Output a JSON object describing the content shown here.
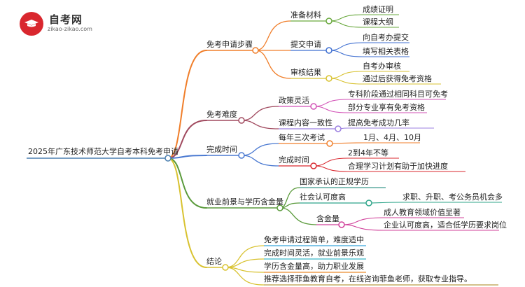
{
  "logo": {
    "title": "自考网",
    "subtitle": "zikao-zikao.com"
  },
  "root": "2025年广东技术师范大学自考本科免考申请",
  "branches": [
    {
      "label": "免考申请步骤",
      "color": "#f07e2a",
      "children": [
        {
          "label": "准备材料",
          "color": "#6aa93f",
          "children": [
            "成绩证明",
            "课程大纲"
          ]
        },
        {
          "label": "提交申请",
          "color": "#3f6fd1",
          "children": [
            "向自考办提交",
            "填写相关表格"
          ]
        },
        {
          "label": "审核结果",
          "color": "#d8c230",
          "children": [
            "自考办审核",
            "通过后获得免考资格"
          ]
        }
      ]
    },
    {
      "label": "免考难度",
      "color": "#a0495e",
      "children": [
        {
          "label": "政策灵活",
          "color": "#d252b6",
          "children": [
            "专科阶段通过相同科目可免考",
            "部分专业享有免考资格"
          ]
        },
        {
          "label": "课程内容一致性",
          "color": "#9b7fe0",
          "children": [
            "提高免考成功几率"
          ]
        }
      ]
    },
    {
      "label": "完成时间",
      "color": "#4a79d1",
      "children": [
        {
          "label": "每年三次考试",
          "color": "#f07e2a",
          "children": [
            "1月、4月、10月"
          ]
        },
        {
          "label": "完成时间",
          "color": "#d9272e",
          "children": [
            "2到4年不等",
            "合理学习计划有助于加快进度"
          ]
        }
      ]
    },
    {
      "label": "就业前景与学历含金量",
      "color": "#5a9a3b",
      "children": [
        {
          "label": "国家承认的正规学历",
          "color": "#3f9a8d",
          "children": []
        },
        {
          "label": "社会认可度高",
          "color": "#2fa58a",
          "children": [
            "求职、升职、考公务员机会多"
          ]
        },
        {
          "label": "含金量",
          "color": "#d0409a",
          "children": [
            "成人教育领域价值显著",
            "企业认可度高，适合低学历要求岗位"
          ]
        }
      ]
    },
    {
      "label": "结论",
      "color": "#d8c230",
      "children": [
        {
          "label": "免考申请过程简单，难度适中",
          "color": "#36a3d9",
          "children": []
        },
        {
          "label": "完成时间灵活，就业前景乐观",
          "color": "#3cb8c8",
          "children": []
        },
        {
          "label": "学历含金量高，助力职业发展",
          "color": "#e98a2c",
          "children": []
        },
        {
          "label": "推荐选择菲鱼教育自考，在线咨询菲鱼老师，获取专业指导。",
          "color": "#b99a46",
          "children": []
        }
      ]
    }
  ]
}
